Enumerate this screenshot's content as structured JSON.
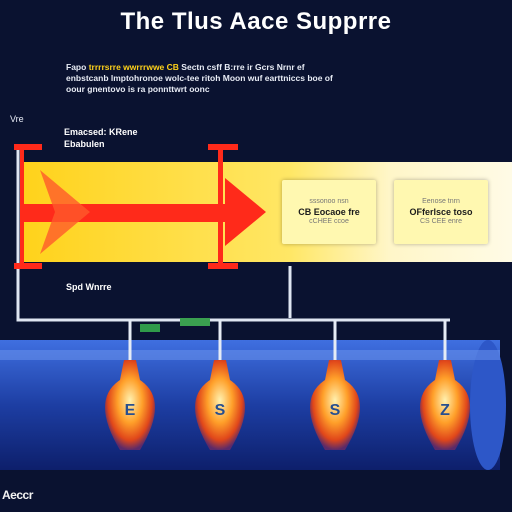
{
  "title": "The Tlus Aace Supprre",
  "intro": {
    "line1_a": "Fapo",
    "line1_hl": "trrrrsrre wwrrrwwe CB",
    "line1_b": "Sectn csff B:rre ir Gcrs Nrnr ef",
    "line2": "enbstcanb lmptohronoe wolc-tee ritoh Moon wuf earttniccs boe of",
    "line3": "oour gnentovo is ra ponnttwrt oonc"
  },
  "side_label": "Vre",
  "left_caption": {
    "line1": "Emacsed: KRene",
    "line2": "Ebabulen"
  },
  "low_caption": "Spd Wnrre",
  "cards": [
    {
      "line1": "sssonoo nsn",
      "line2": "CB Eocaoe fre",
      "line3": "cCHEE ccoe"
    },
    {
      "line1": "Eenose tnrn",
      "line2": "OFferlsce toso",
      "line3": "CS CEE enre"
    }
  ],
  "flask_glyphs": [
    "E",
    "S",
    "S",
    "Z"
  ],
  "footer_logo": "Aeccr",
  "colors": {
    "background": "#0a1230",
    "arrow_red": "#ff2a1a",
    "banner_yellow": "#ffd21a",
    "card_bg": "#fff8b0",
    "tube_blue": "#1d3ea3",
    "flask_orange": "#ff7a1a"
  }
}
